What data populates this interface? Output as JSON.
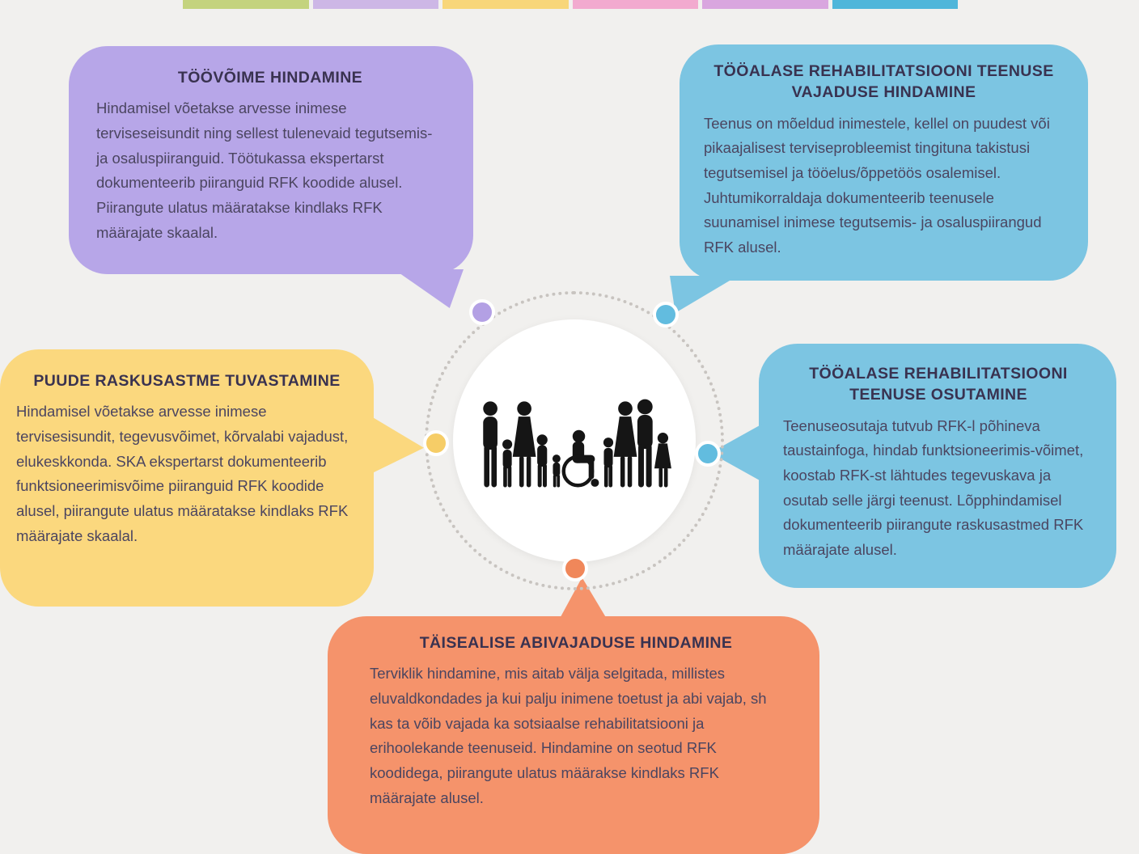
{
  "background": "#f1f0ee",
  "top_bar": {
    "segments": [
      {
        "name": "green",
        "color": "#c4d37e"
      },
      {
        "name": "lavender",
        "color": "#cdb7e6"
      },
      {
        "name": "yellow",
        "color": "#f8d67a"
      },
      {
        "name": "pink",
        "color": "#f2aacf"
      },
      {
        "name": "orchid",
        "color": "#d9a6df"
      },
      {
        "name": "blue",
        "color": "#4fb6da"
      }
    ]
  },
  "center": {
    "icon": "family-with-wheelchair-silhouette",
    "ring_color": "#c8c4c0",
    "silhouette_color": "#151515"
  },
  "nodes": {
    "toovoime_dot": "#b3a0e4",
    "rehab_vajadus_dot": "#62bcdf",
    "puue_dot": "#f6cd67",
    "rehab_osutamine_dot": "#62bcdf",
    "abivajadus_dot": "#f0875a"
  },
  "bubbles": {
    "toovoime": {
      "color": "#b7a6e8",
      "title": "TÖÖVÕIME HINDAMINE",
      "body": "Hindamisel võetakse arvesse inimese terviseseisundit ning sellest tulenevaid tegutsemis- ja osaluspiiranguid. Töötukassa ekspertarst dokumenteerib piiranguid RFK koodide alusel. Piirangute ulatus määratakse kindlaks RFK määrajate skaalal."
    },
    "rehab_vajadus": {
      "color": "#7cc5e2",
      "title": "TÖÖALASE REHABILITATSIOONI TEENUSE VAJADUSE HINDAMINE",
      "body": "Teenus on mõeldud inimestele, kellel on puudest või pikaajalisest terviseprobleemist tingituna takistusi tegutsemisel ja tööelus/õppetöös osalemisel. Juhtumikorraldaja dokumenteerib teenusele suunamisel inimese tegutsemis- ja osaluspiirangud RFK alusel."
    },
    "puue": {
      "color": "#fbd87e",
      "title": "PUUDE RASKUSASTME TUVASTAMINE",
      "body": "Hindamisel võetakse arvesse inimese tervisesisundit, tegevusvõimet, kõrvalabi vajadust, elukeskkonda. SKA ekspertarst dokumenteerib funktsioneerimisvõime piiranguid RFK koodide alusel, piirangute ulatus määratakse kindlaks RFK määrajate skaalal."
    },
    "rehab_osutamine": {
      "color": "#7cc5e2",
      "title": "TÖÖALASE REHABILITATSIOONI TEENUSE OSUTAMINE",
      "body": "Teenuseosutaja tutvub RFK-l põhineva taustainfoga, hindab funktsioneerimis-võimet, koostab RFK-st lähtudes tegevuskava ja osutab selle järgi teenust. Lõpphindamisel dokumenteerib piirangute raskusastmed RFK määrajate alusel."
    },
    "abivajadus": {
      "color": "#f5936b",
      "title": "TÄISEALISE ABIVAJADUSE HINDAMINE",
      "body": "Terviklik hindamine, mis aitab välja selgitada, millistes eluvaldkondades ja kui palju inimene toetust ja abi vajab, sh kas ta võib vajada ka sotsiaalse rehabilitatsiooni ja erihoolekande teenuseid. Hindamine on seotud RFK koodidega, piirangute ulatus määrakse kindlaks RFK määrajate alusel."
    }
  }
}
